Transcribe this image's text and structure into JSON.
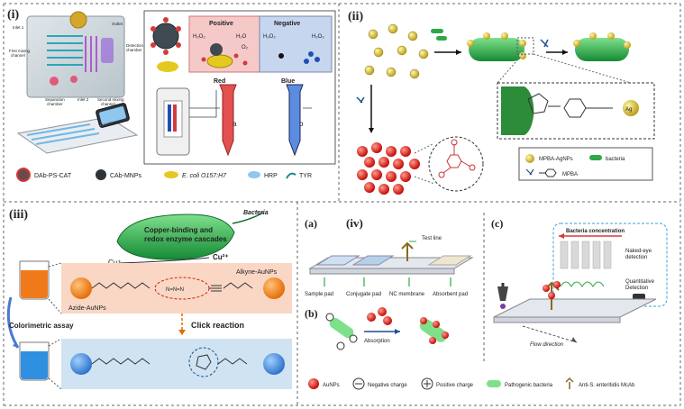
{
  "panel_i": {
    "label": "(i)",
    "chip": {
      "inlet1": "Inlet 1",
      "first_mixing": "First mixing",
      "channel1": "channel",
      "separation": "Separation",
      "chamber": "chamber",
      "inlet2": "Inlet 2",
      "second_mixing": "Second mixing",
      "channel2": "channel",
      "outlet": "Outlet",
      "detection": "Detection",
      "detection_chamber": "chamber"
    },
    "positive": "Positive",
    "negative": "Negative",
    "h2o2": "H₂O₂",
    "h2o": "H₂O",
    "o2": "O₂",
    "red": "Red",
    "blue": "Blue",
    "tube_a": "a",
    "tube_b": "b",
    "legend": [
      "DAb-PS-CAT",
      "CAb-MNPs",
      "E. coli O157:H7",
      "HRP",
      "TYR"
    ]
  },
  "panel_ii": {
    "label": "(ii)",
    "ag_label": "Ag",
    "legend": [
      "MPBA-AgNPs",
      "bacteria",
      "MPBA"
    ]
  },
  "panel_iii": {
    "label": "(iii)",
    "bacteria": "Bacteria",
    "cascade1": "Copper-binding and",
    "cascade2": "redox enzyme cascades",
    "cu2": "Cu²⁺",
    "cu1": "Cu⁺",
    "alkyne": "Alkyne-AuNPs",
    "azide": "Azide-AuNPs",
    "click": "Click reaction",
    "colorimetric": "Colorimetric assay"
  },
  "panel_iv": {
    "label": "(iv)",
    "sub_a": "(a)",
    "sub_b": "(b)",
    "sub_c": "(c)",
    "test_line": "Test line",
    "strip_parts": [
      "Sample pad",
      "Conjugate pad",
      "NC membrane",
      "Absorbent pad"
    ],
    "absorption": "Absorption",
    "bacteria_concentration": "Bacteria concentration",
    "naked_eye1": "Naked-eye",
    "naked_eye2": "detection",
    "quantitative1": "Quantitative",
    "quantitative2": "Detection",
    "flow_direction": "Flow direction",
    "legend": [
      "AuNPs",
      "Negative charge",
      "Positive charge",
      "Pathogenic bacteria",
      "Anti-S. enteritidis McAb"
    ]
  },
  "colors": {
    "panel_red": "#f6c9c9",
    "panel_blue": "#c7d6ef",
    "bacteria_green": "#2fa84a",
    "np_gold": "#d6c12b",
    "np_red": "#e41d1d",
    "orange_box": "#f9d7c4",
    "blue_box": "#cfe3f2",
    "strip": "#e3e7ee"
  }
}
